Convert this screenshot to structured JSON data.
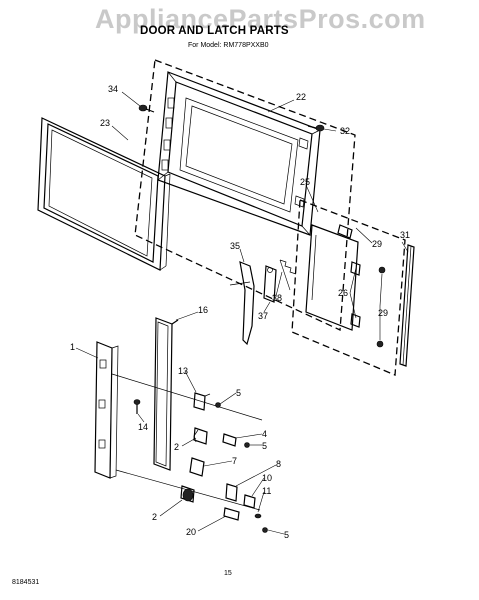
{
  "watermark": "AppliancePartsPros.com",
  "title": "DOOR AND LATCH PARTS",
  "model_line": "For Model: RM778PXXB0",
  "doc_id": "8184531",
  "page_number": "15",
  "callouts": {
    "c34": "34",
    "c23": "23",
    "c22": "22",
    "c32": "32",
    "c25": "25",
    "c29a": "29",
    "c31": "31",
    "c35": "35",
    "c26": "26",
    "c29b": "29",
    "c38": "38",
    "c37": "37",
    "c16": "16",
    "c1": "1",
    "c13": "13",
    "c5a": "5",
    "c14": "14",
    "c4": "4",
    "c2a": "2",
    "c5b": "5",
    "c7": "7",
    "c8": "8",
    "c10": "10",
    "c11": "11",
    "c2b": "2",
    "c20": "20",
    "c5c": "5"
  }
}
